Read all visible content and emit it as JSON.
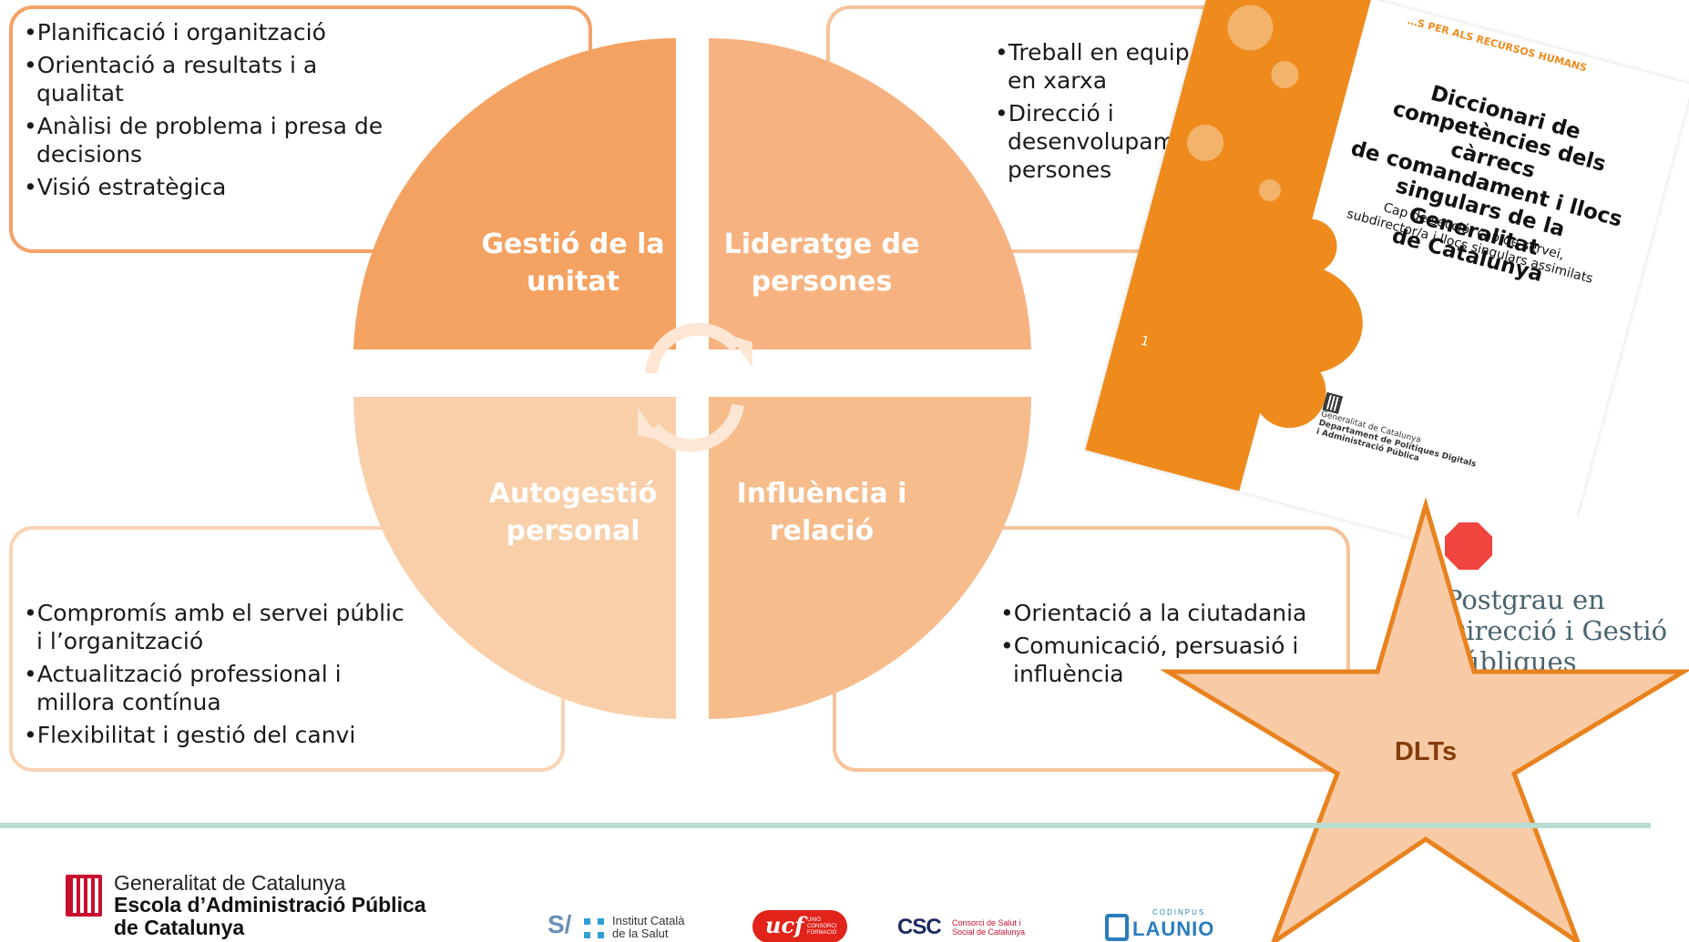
{
  "quadrants": {
    "top_left": {
      "label": [
        "Gestió de la",
        "unitat"
      ],
      "items": [
        "Planificació i organització",
        "Orientació a resultats i a qualitat",
        "Anàlisi de problema i presa de decisions",
        "Visió estratègica"
      ],
      "color": "#f4a261"
    },
    "top_right": {
      "label": [
        "Lideratge de",
        "persones"
      ],
      "items": [
        "Treball en equip i treball en xarxa",
        "Direcció i desenvolupament de persones"
      ],
      "color": "#f6b381"
    },
    "bottom_left": {
      "label": [
        "Autogestió",
        "personal"
      ],
      "items": [
        "Compromís amb el servei públic i l’organització",
        "Actualització professional i millora contínua",
        "Flexibilitat i gestió del canvi"
      ],
      "color": "#f9cfa9"
    },
    "bottom_right": {
      "label": [
        "Influència i",
        "relació"
      ],
      "items": [
        "Orientació a la ciutadania",
        "Comunicació, persuasió i influència"
      ],
      "color": "#f6bc8c"
    }
  },
  "book": {
    "header": "…S PER ALS RECURSOS HUMANS",
    "title": [
      "Diccionari de",
      "competències dels càrrecs",
      "de comandament i llocs",
      "singulars de la Generalitat",
      "de Catalunya"
    ],
    "subtitle": [
      "Cap de secció, cap de servei,",
      "subdirector/a i llocs singulars assimilats"
    ],
    "publisher": [
      "Generalitat de Catalunya",
      "Departament de Polítiques Digitals",
      "i Administració Pública"
    ],
    "page_mark": "1",
    "accent": "#ef8b1d"
  },
  "postgrau": {
    "lines": [
      "Postgrau en",
      "Direcció i Gestió",
      "Públiques"
    ],
    "accent": "#f0443e"
  },
  "star": {
    "label": "DLTs",
    "fill": "#f8cba6",
    "stroke": "#e8821f"
  },
  "footer": {
    "generalitat": {
      "line1": "Generalitat de Catalunya",
      "line2": "Escola d’Administració Pública",
      "line3": "de Catalunya"
    },
    "partners": {
      "ics": {
        "glyph": "S/",
        "name": [
          "Institut Català",
          "de la Salut"
        ]
      },
      "ucf": {
        "name": "ucf",
        "sub": [
          "UNIÓ",
          "CONSORCI",
          "FORMACIÓ"
        ]
      },
      "csc": {
        "name": "CSC",
        "sub": [
          "Consorci de Salut i",
          "Social de Catalunya"
        ]
      },
      "codi": {
        "top": "CODINPUS",
        "name": "LAUNIO"
      }
    }
  }
}
